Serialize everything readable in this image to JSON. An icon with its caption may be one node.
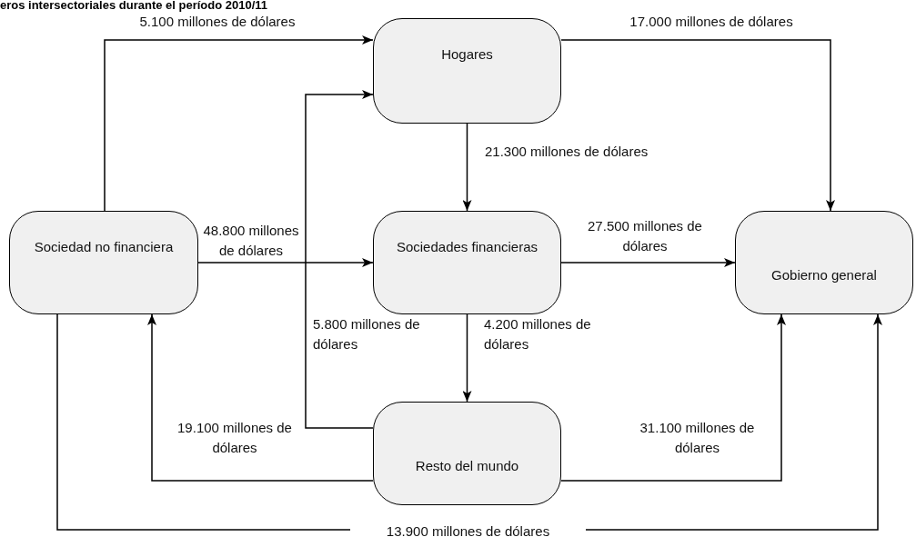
{
  "diagram": {
    "title": "eros intersectoriales durante el período 2010/11",
    "nodes": [
      {
        "text": [
          "Hogares"
        ]
      },
      {
        "text": [
          "Sociedad no financiera"
        ]
      },
      {
        "text": [
          "Sociedades financieras"
        ]
      },
      {
        "text": [
          "Gobierno general"
        ]
      },
      {
        "text": [
          "Resto del mundo"
        ]
      }
    ],
    "edges": [
      {
        "from": 1,
        "to": 0,
        "arrow": "to",
        "label": "5.100 millones de dólares"
      },
      {
        "from": 0,
        "to": 3,
        "arrow": "to",
        "label": "17.000 millones de dólares"
      },
      {
        "from": 0,
        "to": 2,
        "arrow": "to",
        "label": "21.300 millones de dólares"
      },
      {
        "from": 1,
        "to": 2,
        "arrow": "to",
        "label": "48.800 millones de dólares"
      },
      {
        "from": 2,
        "to": 3,
        "arrow": "to",
        "label": "27.500 millones de dólares"
      },
      {
        "from": 4,
        "to": 0,
        "arrow": "to",
        "label": "5.800 millones de dólares"
      },
      {
        "from": 2,
        "to": 4,
        "arrow": "to",
        "label": "4.200 millones de dólares"
      },
      {
        "from": 4,
        "to": 1,
        "arrow": "to",
        "label": "19.100 millones de dólares"
      },
      {
        "from": 4,
        "to": 3,
        "arrow": "to",
        "label": "31.100 millones de dólares"
      },
      {
        "from": 1,
        "to": 3,
        "arrow": "to",
        "label": "13.900 millones de dólares"
      }
    ]
  }
}
